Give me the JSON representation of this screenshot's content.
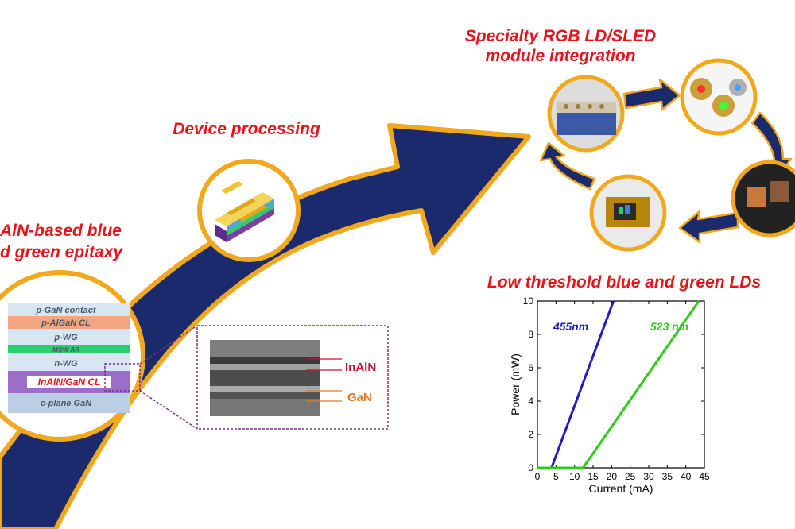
{
  "stages": {
    "epitaxy_line1": "AlN-based blue",
    "epitaxy_line2": "d green epitaxy",
    "device": "Device processing",
    "module_line1": "Specialty RGB LD/SLED",
    "module_line2": "module integration",
    "chart_title": "Low threshold blue and green LDs"
  },
  "layer_stack": {
    "layers": [
      "p-GaN contact",
      "p-AlGaN CL",
      "p-WG",
      "MQW AR",
      "n-WG",
      "InAlN/GaN CL",
      "c-plane GaN"
    ]
  },
  "micrograph": {
    "labels": [
      "InAlN",
      "GaN"
    ]
  },
  "colors": {
    "arrow_fill": "#1a2a6c",
    "arrow_border": "#f2a81d",
    "title_red": "#e8141b",
    "blue_series": "#1f1fbf",
    "green_series": "#2ecc1a",
    "inaln_label": "#c8102e",
    "gan_label": "#e87722"
  },
  "chart_data": {
    "type": "line",
    "xlabel": "Current (mA)",
    "ylabel": "Power (mW)",
    "xlim": [
      0,
      45
    ],
    "ylim": [
      0,
      10
    ],
    "xticks": [
      0,
      5,
      10,
      15,
      20,
      25,
      30,
      35,
      40,
      45
    ],
    "yticks": [
      0,
      2,
      4,
      6,
      8,
      10
    ],
    "series": [
      {
        "name": "455nm",
        "x": [
          0,
          3.8,
          20.5
        ],
        "y": [
          0,
          0,
          10
        ]
      },
      {
        "name": "523 nm",
        "x": [
          0,
          12.3,
          43.5
        ],
        "y": [
          0,
          0,
          10
        ]
      }
    ]
  }
}
